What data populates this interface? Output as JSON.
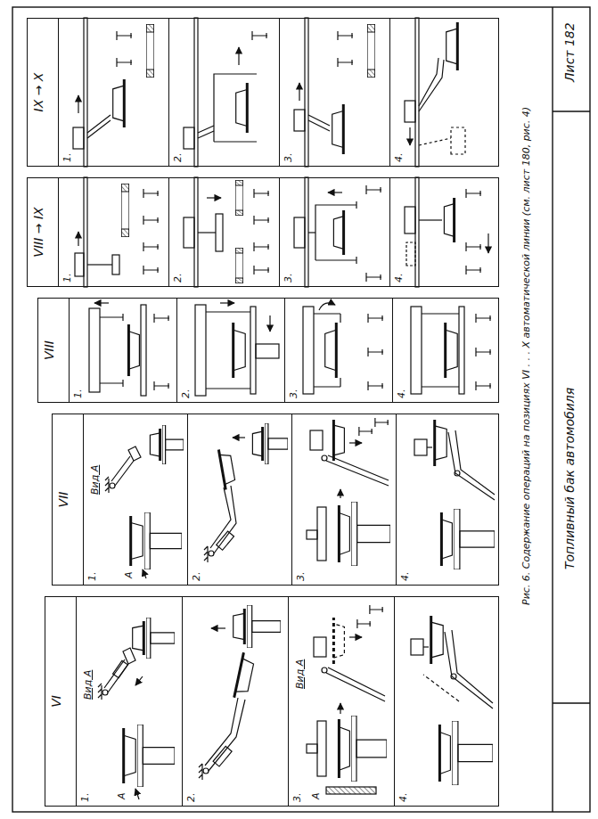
{
  "diagram": {
    "title": "Топливный бак автомобиля",
    "caption": "Рис. 6. Содержание операций на позициях VI . . . X автоматической линии (см. лист 180, рис. 4)",
    "nodes": [
      {
        "text": [
          "VI"
        ]
      },
      {
        "text": [
          "1."
        ],
        "in": 0
      },
      {
        "text": [
          "2."
        ],
        "in": 0
      },
      {
        "text": [
          "3."
        ],
        "in": 0
      },
      {
        "text": [
          "4."
        ],
        "in": 0
      },
      {
        "text": [
          "VII"
        ]
      },
      {
        "text": [
          "1."
        ],
        "in": 5
      },
      {
        "text": [
          "2."
        ],
        "in": 5
      },
      {
        "text": [
          "3."
        ],
        "in": 5
      },
      {
        "text": [
          "4."
        ],
        "in": 5
      },
      {
        "text": [
          "VIII"
        ]
      },
      {
        "text": [
          "1."
        ],
        "in": 10
      },
      {
        "text": [
          "2."
        ],
        "in": 10
      },
      {
        "text": [
          "3."
        ],
        "in": 10
      },
      {
        "text": [
          "4."
        ],
        "in": 10
      },
      {
        "text": [
          "VIII → IX"
        ]
      },
      {
        "text": [
          "1."
        ],
        "in": 15
      },
      {
        "text": [
          "2."
        ],
        "in": 15
      },
      {
        "text": [
          "3."
        ],
        "in": 15
      },
      {
        "text": [
          "4."
        ],
        "in": 15
      },
      {
        "text": [
          "IX → X"
        ]
      },
      {
        "text": [
          "1."
        ],
        "in": 20
      },
      {
        "text": [
          "2."
        ],
        "in": 20
      },
      {
        "text": [
          "3."
        ],
        "in": 20
      },
      {
        "text": [
          "4."
        ],
        "in": 20
      }
    ],
    "labels": [
      "Вид А",
      "А",
      "Вид А",
      "А",
      "Вид А",
      "А",
      "Лист 182"
    ]
  }
}
